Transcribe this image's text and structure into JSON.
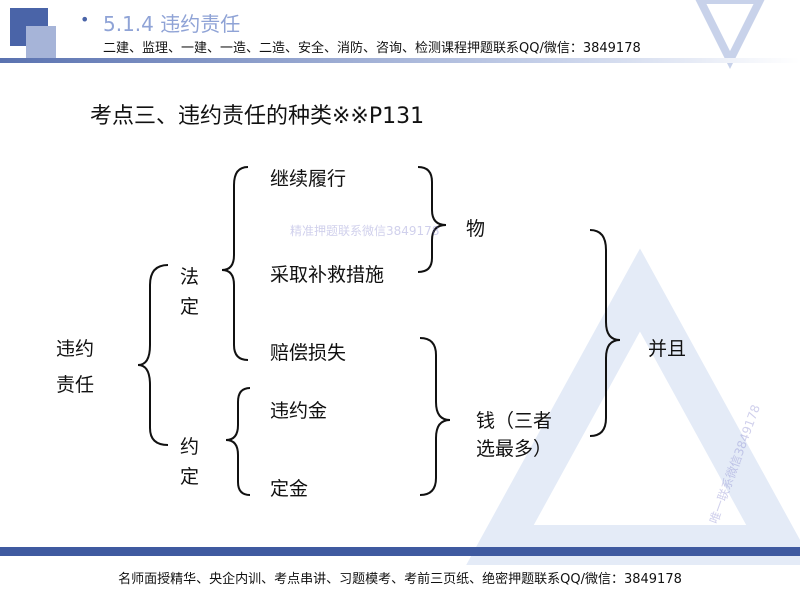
{
  "header": {
    "bullet": "•",
    "section": "5.1.4 违约责任",
    "ad_text": "二建、监理、一建、一造、二造、安全、消防、咨询、检测课程押题联系QQ/微信：3849178"
  },
  "title": "考点三、违约责任的种类※※P131",
  "diagram": {
    "root": [
      "违约",
      "责任"
    ],
    "statutory": "法定",
    "agreed": "约定",
    "leaves": [
      "继续履行",
      "采取补救措施",
      "赔偿损失",
      "违约金",
      "定金"
    ],
    "thing": "物",
    "money": [
      "钱（三者",
      "选最多）"
    ],
    "combine": "并且"
  },
  "watermarks": [
    "精准押题联系微信3849178",
    "唯一联系微信3849178"
  ],
  "footer": "名师面授精华、央企内训、考点串讲、习题模考、考前三页纸、绝密押题联系QQ/微信：3849178",
  "colors": {
    "accent": "#3f5aa0",
    "section": "#8fa3d6"
  }
}
